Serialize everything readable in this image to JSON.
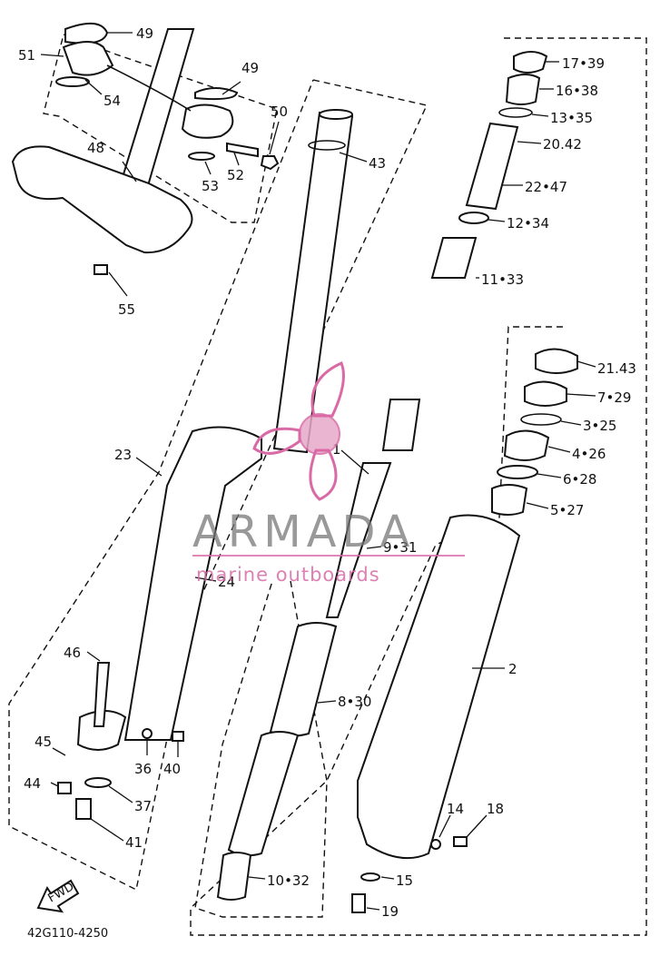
{
  "watermark": {
    "brand": "ARMADA",
    "tagline": "marine outboards"
  },
  "drawing_code": "42G110-4250",
  "fwd_arrow": "FWD",
  "callouts": [
    {
      "id": "c49a",
      "text": "49"
    },
    {
      "id": "c49b",
      "text": "49"
    },
    {
      "id": "c51",
      "text": "51"
    },
    {
      "id": "c54",
      "text": "54"
    },
    {
      "id": "c50",
      "text": "50"
    },
    {
      "id": "c48",
      "text": "48"
    },
    {
      "id": "c52",
      "text": "52"
    },
    {
      "id": "c53",
      "text": "53"
    },
    {
      "id": "c55",
      "text": "55"
    },
    {
      "id": "c43",
      "text": "43"
    },
    {
      "id": "c1739",
      "text": "17•39"
    },
    {
      "id": "c1638",
      "text": "16•38"
    },
    {
      "id": "c1335",
      "text": "13•35"
    },
    {
      "id": "c2042",
      "text": "20.42"
    },
    {
      "id": "c2247",
      "text": "22•47"
    },
    {
      "id": "c1234",
      "text": "12•34"
    },
    {
      "id": "c1133",
      "text": "11•33"
    },
    {
      "id": "c2143",
      "text": "21.43"
    },
    {
      "id": "c729",
      "text": "7•29"
    },
    {
      "id": "c325",
      "text": "3•25"
    },
    {
      "id": "c426",
      "text": "4•26"
    },
    {
      "id": "c628",
      "text": "6•28"
    },
    {
      "id": "c527",
      "text": "5•27"
    },
    {
      "id": "c23",
      "text": "23"
    },
    {
      "id": "c1",
      "text": "1"
    },
    {
      "id": "c931",
      "text": "9•31"
    },
    {
      "id": "c24",
      "text": "24"
    },
    {
      "id": "c2",
      "text": "2"
    },
    {
      "id": "c46",
      "text": "46"
    },
    {
      "id": "c830",
      "text": "8•30"
    },
    {
      "id": "c45",
      "text": "45"
    },
    {
      "id": "c36",
      "text": "36"
    },
    {
      "id": "c40",
      "text": "40"
    },
    {
      "id": "c44",
      "text": "44"
    },
    {
      "id": "c37",
      "text": "37"
    },
    {
      "id": "c41",
      "text": "41"
    },
    {
      "id": "c14",
      "text": "14"
    },
    {
      "id": "c18",
      "text": "18"
    },
    {
      "id": "c1032",
      "text": "10•32"
    },
    {
      "id": "c15",
      "text": "15"
    },
    {
      "id": "c19",
      "text": "19"
    }
  ]
}
